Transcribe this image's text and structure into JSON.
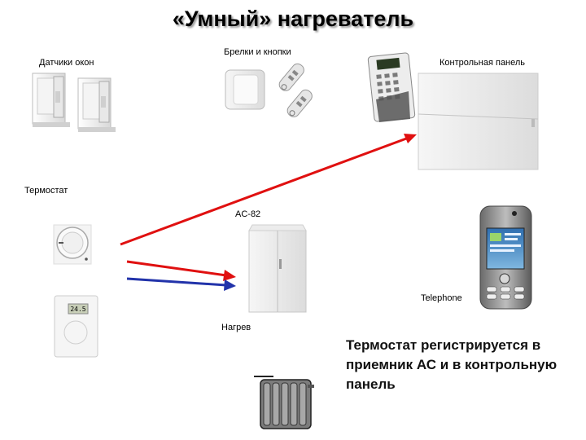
{
  "title": "«Умный» нагреватель",
  "labels": {
    "window_sensors": "Датчики окон",
    "keyfobs_buttons": "Брелки и кнопки",
    "control_panel": "Контрольная панель",
    "thermostat": "Термостат",
    "receiver": "AC-82",
    "telephone": "Telephone",
    "heating": "Нагрев"
  },
  "thermostat_display": "24.5",
  "note": "Термостат регистрируется в приемник АС и в контрольную панель",
  "colors": {
    "arrow_red": "#e01010",
    "arrow_blue": "#2233aa"
  }
}
